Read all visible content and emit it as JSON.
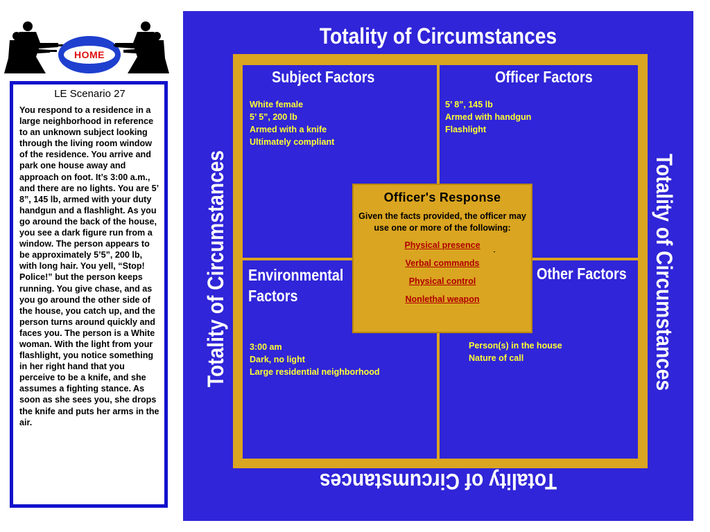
{
  "header": {
    "home_label": "HOME"
  },
  "scenario": {
    "title": "LE Scenario 27",
    "text": "You respond to a residence in a large neighborhood in reference to an unknown subject looking through the living room window of the residence. You arrive and park one house away and approach on foot. It’s 3:00 a.m., and there are no lights. You are 5’ 8”, 145 lb, armed with your duty handgun and a flashlight. As you go around the back of the house, you see a dark figure run from a window. The person appears to be approximately 5’5”, 200 lb, with long hair. You yell, “Stop! Police!” but the person keeps running. You give chase, and as you go around the other side of the house, you catch up, and the person turns around quickly and faces you. The person is a White woman. With the light from your flashlight, you notice something in her right hand that you perceive to be a knife, and she assumes a fighting stance. As soon as she sees you, she drops the knife and puts her arms in the air."
  },
  "diagram": {
    "border_title": "Totality of Circumstances",
    "subject": {
      "heading": "Subject Factors",
      "items": [
        "White female",
        "5’ 5”, 200 lb",
        "Armed with a knife",
        "Ultimately compliant"
      ]
    },
    "officer": {
      "heading": "Officer Factors",
      "items": [
        "5’ 8”, 145 lb",
        "Armed with handgun",
        "Flashlight"
      ]
    },
    "environmental": {
      "heading_line1": "Environmental",
      "heading_line2": "Factors",
      "items": [
        "3:00 am",
        "Dark, no light",
        "Large residential neighborhood"
      ]
    },
    "other": {
      "heading": "Other Factors",
      "items": [
        "Person(s) in the house",
        "Nature of call"
      ]
    },
    "response": {
      "title": "Officer's Response",
      "intro": "Given the facts provided, the officer may use one or more of the following:",
      "options": [
        "Physical presence",
        "Verbal commands",
        "Physical control",
        "Nonlethal weapon"
      ]
    }
  },
  "colors": {
    "panel_blue": "#3025d8",
    "frame_gold": "#daa520",
    "factor_text": "#ffff33",
    "link_red": "#b00000",
    "scenario_border": "#1212cc"
  }
}
